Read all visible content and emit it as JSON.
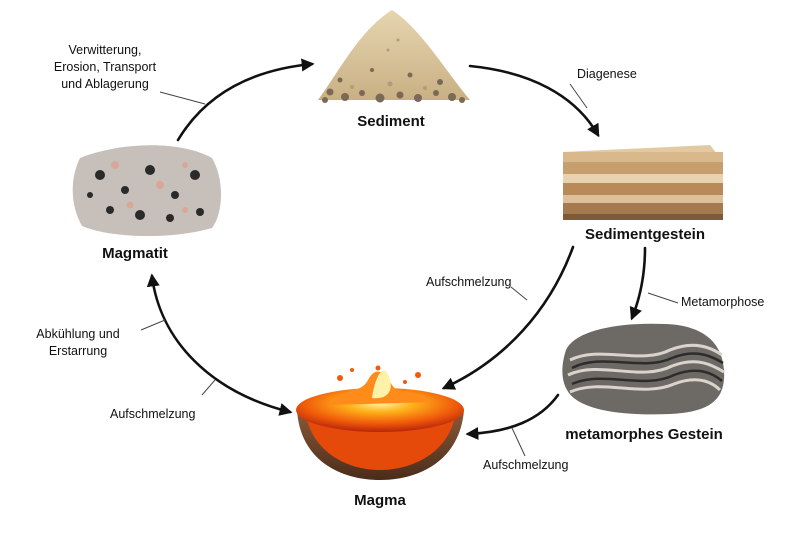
{
  "nodes": {
    "sediment": "Sediment",
    "sedimentgestein": "Sedimentgestein",
    "metamorphes_gestein": "metamorphes Gestein",
    "magma": "Magma",
    "magmatit": "Magmatit"
  },
  "edges": {
    "magmatit_to_sediment": [
      "Verwitterung,",
      "Erosion, Transport",
      "und Ablagerung"
    ],
    "sediment_to_sedimentgestein": "Diagenese",
    "sedimentgestein_to_magma": "Aufschmelzung",
    "sedimentgestein_to_metamorph": "Metamorphose",
    "metamorph_to_magma": "Aufschmelzung",
    "magma_to_magmatit_cooling": [
      "Abkühlung und",
      "Erstarrung"
    ],
    "magmatit_to_magma_melting": "Aufschmelzung"
  },
  "icons": [
    "sand-pile-icon",
    "layered-rock-icon",
    "banded-gneiss-icon",
    "molten-magma-bowl-icon",
    "granite-block-icon"
  ]
}
